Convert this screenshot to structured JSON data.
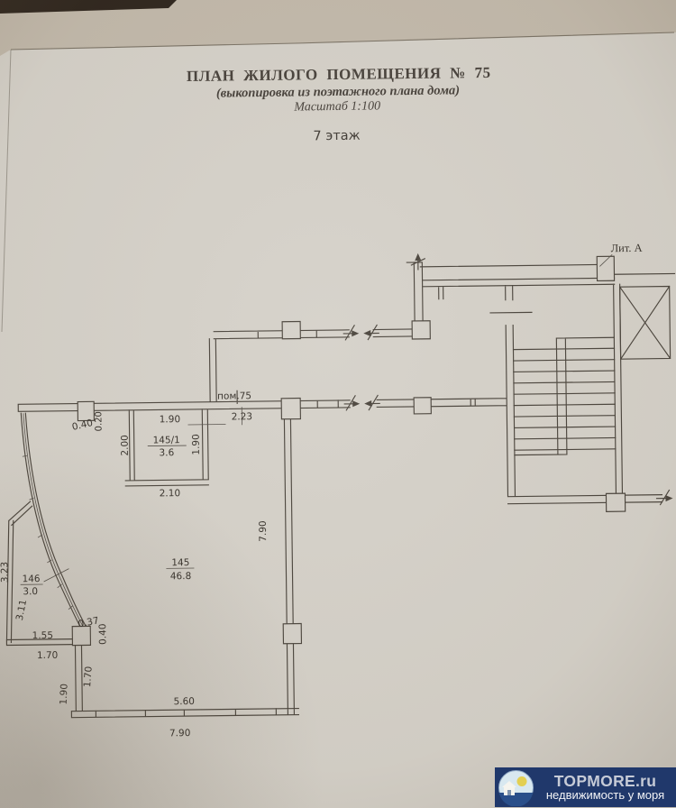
{
  "document": {
    "title": "ПЛАН ЖИЛОГО ПОМЕЩЕНИЯ № 75",
    "subtitle": "(выкопировка из поэтажного плана дома)",
    "scale_note": "Масштаб 1:100",
    "floor_label": "7 этаж",
    "building_liter": "Лит. А",
    "premise_marker": "пом.75"
  },
  "rooms": [
    {
      "number": "145/1",
      "area": "3.6"
    },
    {
      "number": "145",
      "area": "46.8"
    },
    {
      "number": "146",
      "area": "3.0"
    }
  ],
  "dimensions": {
    "col_width_top": "0.40",
    "col_depth_top": "0.20",
    "storage_top": "1.90",
    "corridor_width": "2.23",
    "storage_left": "2.00",
    "storage_right": "1.90",
    "storage_bottom": "2.10",
    "room_right": "7.90",
    "balcony_left_outer": "3.23",
    "balcony_left_inner": "3.11",
    "balcony_bottom_inner": "1.55",
    "col_width_bottom": "0.37",
    "col_depth_bottom": "0.40",
    "balcony_bottom_outer": "1.70",
    "room_left_upper": "1.70",
    "room_left_lower": "1.90",
    "window_span_bottom": "5.60",
    "room_bottom": "7.90"
  },
  "watermark": {
    "site": "TOPMORE.ru",
    "tagline": "недвижимость у моря",
    "banner_color": "#20386b"
  },
  "colors": {
    "paper": "#d5d1c9",
    "ink": "#4a443c",
    "background": "#c2b9ab"
  }
}
